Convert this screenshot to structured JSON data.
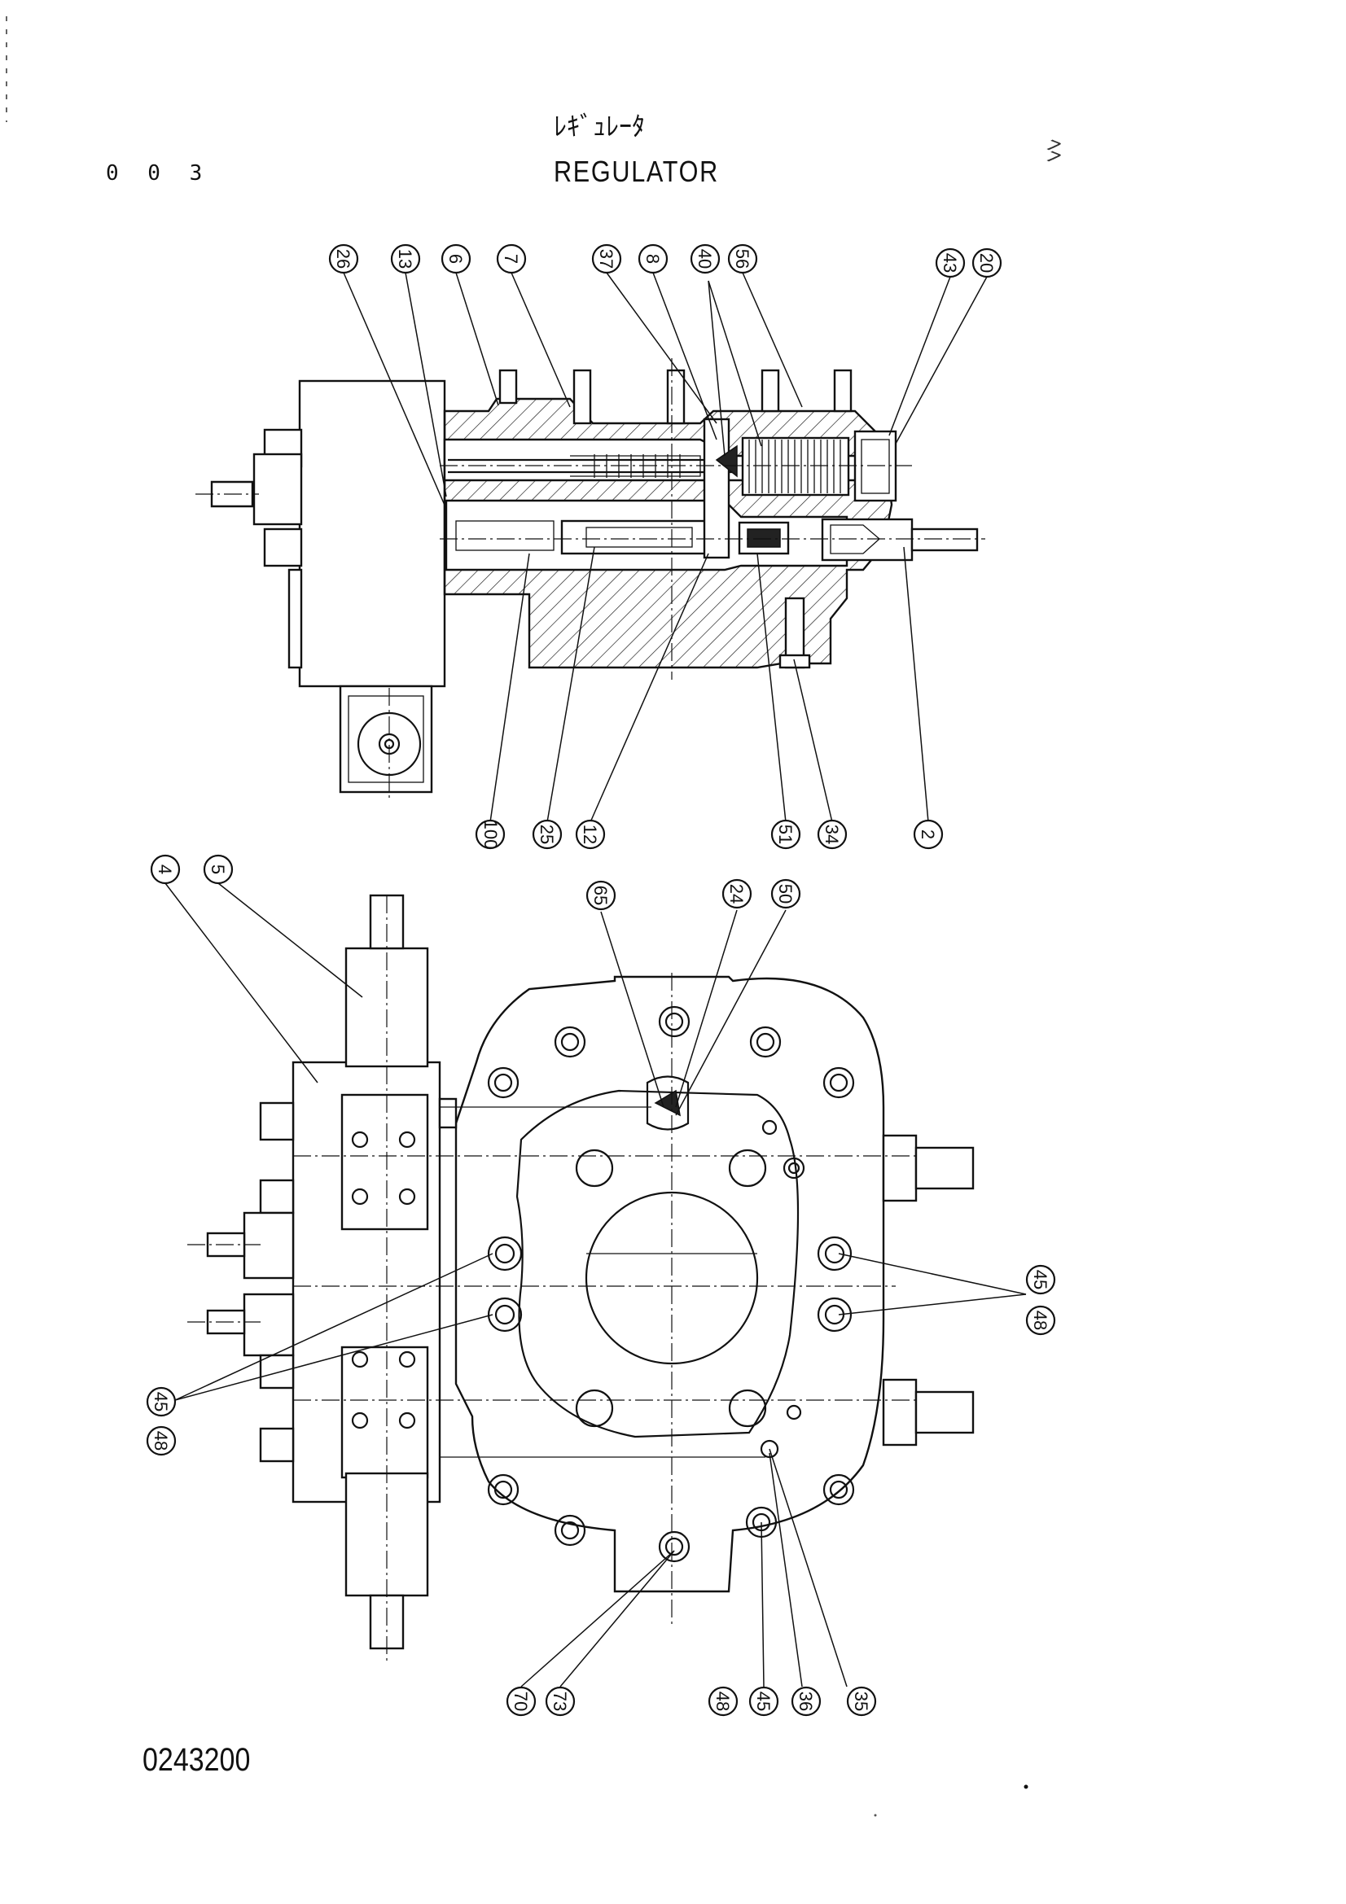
{
  "header": {
    "page_number": "0 0 3",
    "title_jp": "ﾚｷﾞｭﾚｰﾀ",
    "title_en": "REGULATOR"
  },
  "footer": {
    "drawing_number": "0243200"
  },
  "scan_mark": "ﾍﾍ",
  "top_view": {
    "callouts": [
      "26",
      "13",
      "6",
      "7",
      "37",
      "8",
      "40",
      "56",
      "43",
      "20",
      "100",
      "25",
      "12",
      "51",
      "34",
      "2"
    ]
  },
  "bottom_view": {
    "callouts": [
      "4",
      "5",
      "65",
      "24",
      "50",
      "45",
      "48",
      "45",
      "48",
      "70",
      "73",
      "48",
      "45",
      "36",
      "35"
    ]
  }
}
